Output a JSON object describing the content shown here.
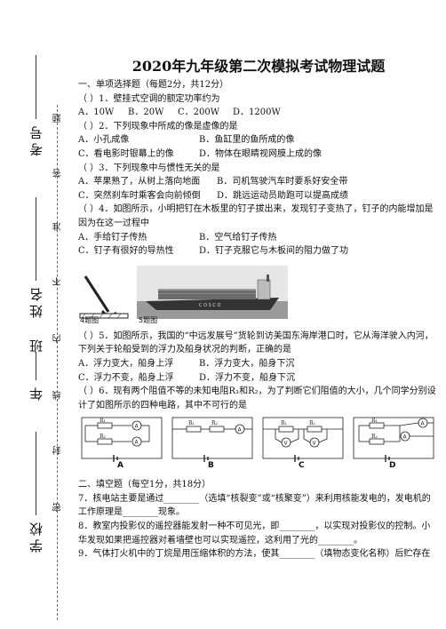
{
  "margin": {
    "exam_no": "考号",
    "name": "姓名",
    "grade": "年",
    "class": "班",
    "school": "学校",
    "seal_chars": [
      "题",
      "答",
      "准",
      "不",
      "内",
      "线",
      "封",
      "密"
    ]
  },
  "title": "2020年九年级第二次模拟考试物理试题",
  "section1": {
    "heading": "一、单项选择题（每题2分，共12分）",
    "q1": {
      "stem": "（  ）1．壁挂式空调的额定功率约为",
      "opts": [
        "A．10W",
        "B．20W",
        "C．200W",
        "D．1200W"
      ]
    },
    "q2": {
      "stem": "（  ）2．下列现象中所成的像是虚像的是",
      "opts": [
        "A．小孔成像",
        "B．鱼缸里的鱼所成的像",
        "C．看电影时银幕上的像",
        "D．物体在眼睛视网膜上成的像"
      ]
    },
    "q3": {
      "stem": "（  ）3．下列现象中与惯性无关的是",
      "opts": [
        "A．苹果熟了，从树上落向地面",
        "B．司机驾驶汽车时要系好安全带",
        "C．突然刹车时乘客会向前倾倒",
        "D．跳远运动员助跑可以提高成绩"
      ]
    },
    "q4": {
      "stem": "（  ）4．如图所示，小明把钉在木板里的钉子拔出来，发现钉子变热了，钉子的内能增加是因为在这一过程中",
      "opts": [
        "A．手给钉子传热",
        "B．空气给钉子传热",
        "C．钉子有很好的导热性",
        "D．钉子克服它与木板间的阻力做了功"
      ]
    },
    "fig4_caption": "4题图",
    "fig5_caption": "5题图",
    "q5": {
      "stem": "（  ）5．如图所示，我国的“中远发展号”货轮到访美国东海岸港口时，它从海洋驶入内河，下列关于轮船受到的浮力及船身状况的判断，正确的是",
      "opts": [
        "A．浮力变大，船身上浮",
        "B．浮力变大，船身下沉",
        "C．浮力不变，船身上浮",
        "D．浮力不变，船身下沉"
      ]
    },
    "q6": {
      "stem": "（  ）6．现有两个阻值不等的未知电阻R₁和R₂，为了判断它们阻值的大小，几个同学分别设计了如图所示的四种电路，其中不可行的是"
    },
    "circuits": [
      "A",
      "B",
      "C",
      "D"
    ],
    "r1": "R₁",
    "r2": "R₂",
    "ammeter": "A",
    "voltmeter": "V"
  },
  "section2": {
    "heading": "二、填空题（每空1分，共18分）",
    "q7": "7．核电站主要是通过________（选填“核裂变”或“核聚变”）来利用核能发电的，发电机的工作原理是________现象。",
    "q8": "8．教室内投影仪的遥控器能发射一种不可见光，即________，以实现对投影仪的控制。小华发现如果把遥控器对着墙壁也可以实现遥控，这利用了光的________。",
    "q9": "9．气体打火机中的丁烷是用压缩体积的方法，使其________（填物态变化名称）后贮存在"
  }
}
